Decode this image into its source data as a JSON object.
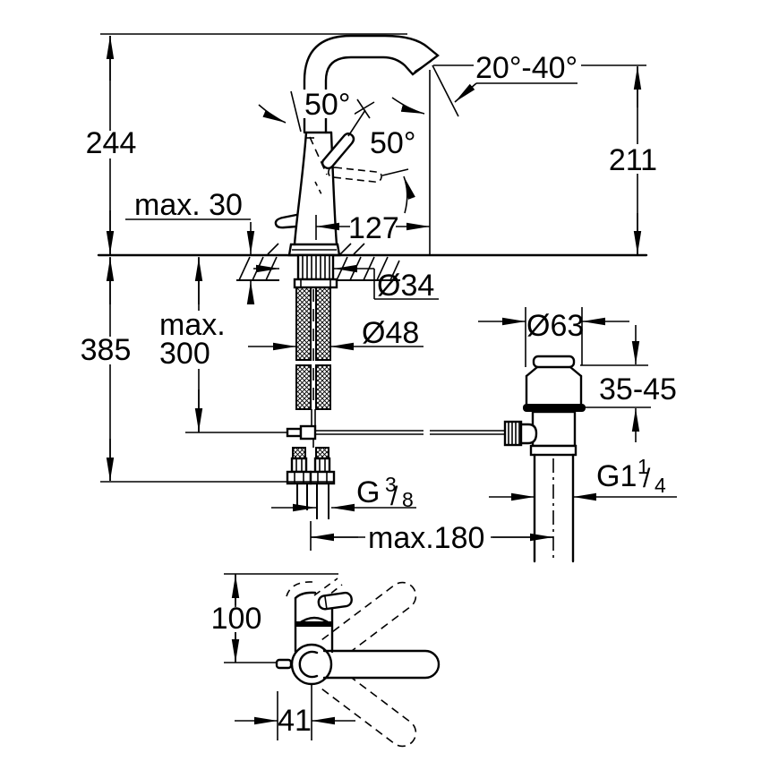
{
  "colors": {
    "line": "#000000",
    "background": "#ffffff"
  },
  "main_view": {
    "overall_height": "244",
    "deck_thickness": "max. 30",
    "handle_open_angle": "50°",
    "handle_tilt_angle": "50°",
    "spout_angle_range": "20°-40°",
    "outlet_height": "211",
    "spout_reach": "127",
    "below_deck_depth": "385",
    "hose_length_line1": "max.",
    "hose_length_line2": "300",
    "hole_diameter": "Ø34",
    "shaft_diameter": "Ø48",
    "hose_thread_g": "G",
    "hose_thread_num": "3",
    "hose_thread_slash": "/",
    "hose_thread_den": "8",
    "max_spread": "max.180"
  },
  "drain_view": {
    "flange_diameter": "Ø63",
    "clamping_range": "35-45",
    "waste_thread_g": "G1",
    "waste_thread_num": "1",
    "waste_thread_slash": "/",
    "waste_thread_den": "4"
  },
  "front_view": {
    "height": "100",
    "rod_offset": "41"
  }
}
